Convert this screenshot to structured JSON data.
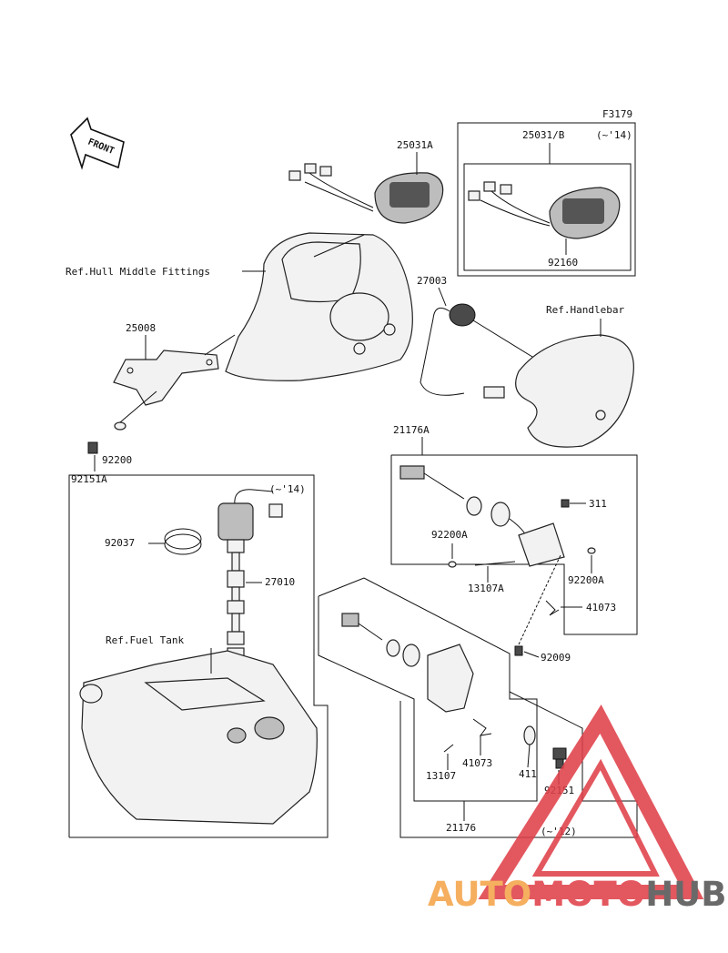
{
  "figure_code": "F3179",
  "front_arrow": "FRONT",
  "labels": {
    "p25031A": "25031A",
    "p25031B": "25031/B",
    "p25031B_note": "(~'14)",
    "p92160": "92160",
    "hull": "Ref.Hull Middle Fittings",
    "p27003": "27003",
    "handlebar": "Ref.Handlebar",
    "p25008": "25008",
    "p92200": "92200",
    "p92151A": "92151A",
    "p21176A": "21176A",
    "p311": "311",
    "p92200A_1": "92200A",
    "p92200A_2": "92200A",
    "p13107A": "13107A",
    "p41073_1": "41073",
    "p92009": "92009",
    "fuelpump_note": "(~'14)",
    "p92037": "92037",
    "p27010": "27010",
    "fueltank": "Ref.Fuel Tank",
    "p41073_2": "41073",
    "p13107": "13107",
    "p411": "411",
    "p92151": "92151",
    "p21176": "21176",
    "p21176_note": "(~'12)"
  },
  "watermark": {
    "part1": "AUTO",
    "part2": "MOTO",
    "part3": "HUB",
    "color_auto": "#f4a54a",
    "color_moto": "#e0404a",
    "color_hub": "#555555"
  }
}
